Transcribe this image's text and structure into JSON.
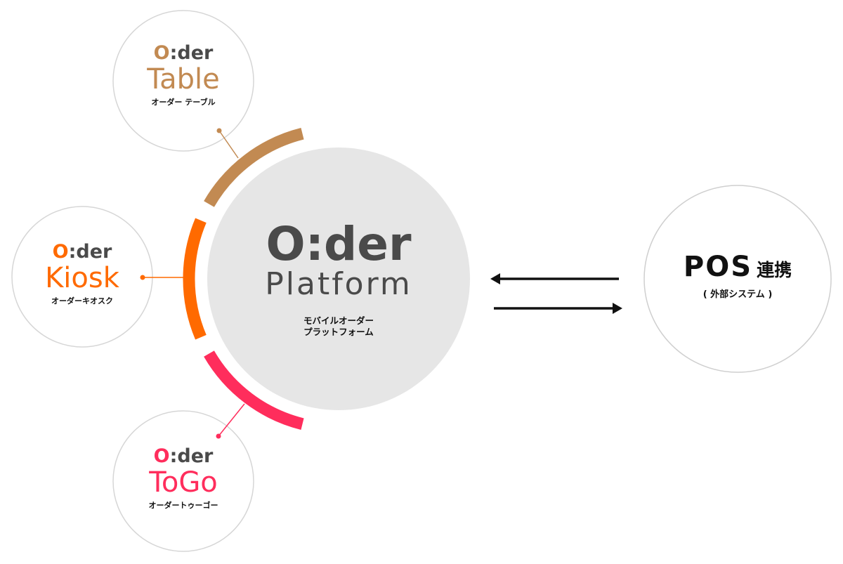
{
  "colors": {
    "table": "#c28a52",
    "kiosk": "#ff6a00",
    "togo": "#ff2d5c",
    "logo_gray": "#4a4a4a",
    "platform_fill": "#e6e6e6",
    "circle_stroke": "#d6d6d6",
    "arrow": "#111111"
  },
  "brand": {
    "word_prefix": "O",
    "word_suffix": ":der"
  },
  "products": [
    {
      "id": "table",
      "name": "Table",
      "jp_label": "オーダー テーブル"
    },
    {
      "id": "kiosk",
      "name": "Kiosk",
      "jp_label": "オーダーキオスク"
    },
    {
      "id": "togo",
      "name": "ToGo",
      "jp_label": "オーダートゥーゴー"
    }
  ],
  "platform": {
    "name": "Platform",
    "jp_line1": "モバイルオーダー",
    "jp_line2": "プラットフォーム"
  },
  "pos": {
    "title_latin": "POS",
    "title_jp": "連携",
    "subtitle": "( 外部システム )"
  },
  "arrows": [
    {
      "direction": "left",
      "meaning": "POS to Platform"
    },
    {
      "direction": "right",
      "meaning": "Platform to POS"
    }
  ]
}
